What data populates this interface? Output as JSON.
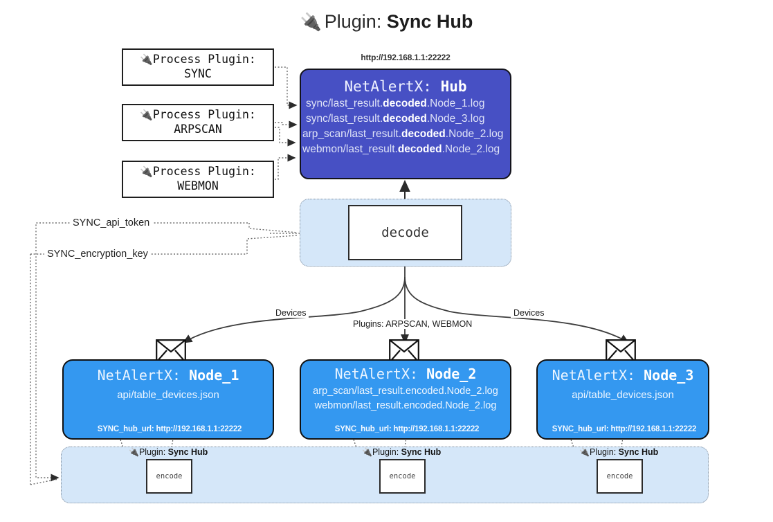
{
  "title": {
    "icon": "plug-icon",
    "prefix": "Plugin:",
    "name": "Sync Hub"
  },
  "process_plugins": [
    {
      "icon": "plug-icon",
      "line1": "Process Plugin:",
      "line2": "SYNC"
    },
    {
      "icon": "plug-icon",
      "line1": "Process Plugin:",
      "line2": "ARPSCAN"
    },
    {
      "icon": "plug-icon",
      "line1": "Process Plugin:",
      "line2": "WEBMON"
    }
  ],
  "hub": {
    "url": "http://192.168.1.1:22222",
    "title_prefix": "NetAlertX:",
    "title_name": "Hub",
    "color": "#4750c4",
    "logs": [
      {
        "pre": "sync/last_result.",
        "em": "decoded",
        "post": ".Node_1.log"
      },
      {
        "pre": "sync/last_result.",
        "em": "decoded",
        "post": ".Node_3.log"
      },
      {
        "pre": "arp_scan/last_result.",
        "em": "decoded",
        "post": ".Node_2.log"
      },
      {
        "pre": "webmon/last_result.",
        "em": "decoded",
        "post": ".Node_2.log"
      }
    ]
  },
  "decode": {
    "label": "decode",
    "container_color": "#d5e7f9"
  },
  "credentials": [
    {
      "label": "SYNC_api_token"
    },
    {
      "label": "SYNC_encryption_key"
    }
  ],
  "edge_labels": {
    "devices_left": "Devices",
    "devices_right": "Devices",
    "plugins_middle": "Plugins: ARPSCAN, WEBMON"
  },
  "nodes": [
    {
      "title_prefix": "NetAlertX:",
      "title_name": "Node_1",
      "color": "#3498f0",
      "lines": [
        "api/table_devices.json"
      ],
      "hub_url_label": "SYNC_hub_url: http://192.168.1.1:22222",
      "envelope_icon": "envelope-icon"
    },
    {
      "title_prefix": "NetAlertX:",
      "title_name": "Node_2",
      "color": "#3498f0",
      "lines": [
        "arp_scan/last_result.encoded.Node_2.log",
        "webmon/last_result.encoded.Node_2.log"
      ],
      "hub_url_label": "SYNC_hub_url: http://192.168.1.1:22222",
      "envelope_icon": "envelope-icon"
    },
    {
      "title_prefix": "NetAlertX:",
      "title_name": "Node_3",
      "color": "#3498f0",
      "lines": [
        "api/table_devices.json"
      ],
      "hub_url_label": "SYNC_hub_url: http://192.168.1.1:22222",
      "envelope_icon": "envelope-icon"
    }
  ],
  "bottom": {
    "container_color": "#d5e7f9",
    "plugins": [
      {
        "icon": "plug-icon",
        "prefix": "Plugin:",
        "name": "Sync Hub",
        "box_label": "encode"
      },
      {
        "icon": "plug-icon",
        "prefix": "Plugin:",
        "name": "Sync Hub",
        "box_label": "encode"
      },
      {
        "icon": "plug-icon",
        "prefix": "Plugin:",
        "name": "Sync Hub",
        "box_label": "encode"
      }
    ]
  }
}
